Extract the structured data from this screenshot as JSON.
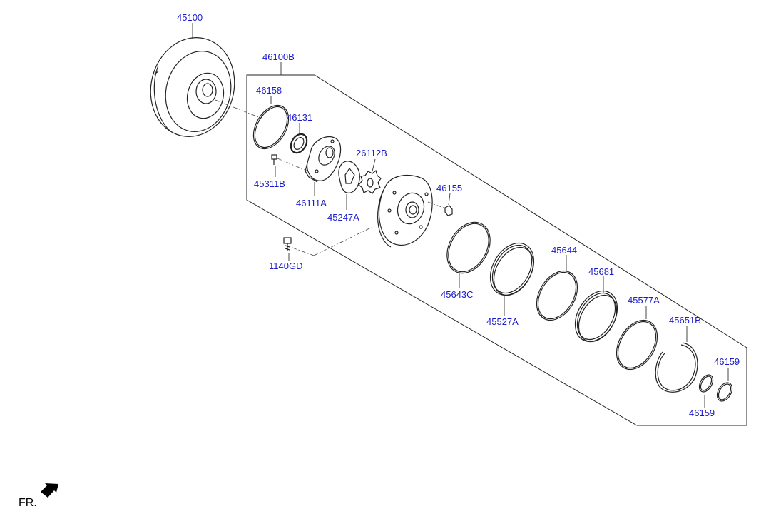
{
  "labels": {
    "p45100": "45100",
    "p46100B": "46100B",
    "p46158": "46158",
    "p46131": "46131",
    "p26112B": "26112B",
    "p45311B": "45311B",
    "p46155": "46155",
    "p46111A": "46111A",
    "p45247A": "45247A",
    "p1140GD": "1140GD",
    "p45644": "45644",
    "p45681": "45681",
    "p45643C": "45643C",
    "p45577A": "45577A",
    "p45527A": "45527A",
    "p45651B": "45651B",
    "p46159a": "46159",
    "p46159b": "46159"
  },
  "direction": {
    "label": "FR."
  },
  "colors": {
    "label_color": "#1a1acc",
    "line_color": "#222222"
  }
}
